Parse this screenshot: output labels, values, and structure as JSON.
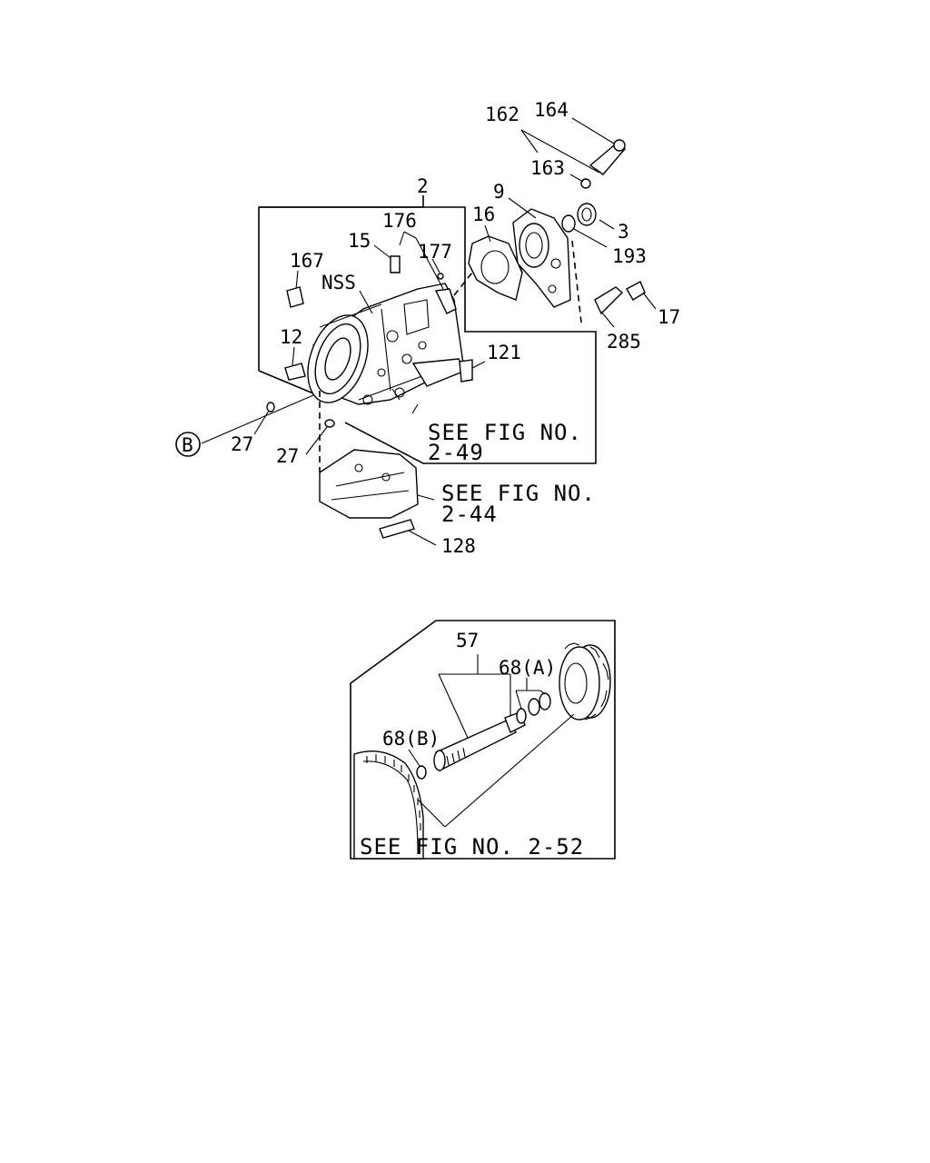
{
  "upper_figure": {
    "callouts": {
      "c162": "162",
      "c164": "164",
      "c163": "163",
      "c9": "9",
      "c3": "3",
      "c193": "193",
      "c2": "2",
      "c16": "16",
      "c176": "176",
      "c15": "15",
      "c177": "177",
      "c167": "167",
      "nss": "NSS",
      "c17": "17",
      "c285": "285",
      "c12": "12",
      "c121": "121",
      "c27a": "27",
      "c27b": "27",
      "c128": "128",
      "circle_b": "B"
    },
    "refs": {
      "fig_2_49_line1": "SEE FIG NO.",
      "fig_2_49_line2": "2-49",
      "fig_2_44_line1": "SEE FIG NO.",
      "fig_2_44_line2": "2-44"
    }
  },
  "lower_figure": {
    "callouts": {
      "c57": "57",
      "c68a": "68(A)",
      "c68b": "68(B)"
    },
    "refs": {
      "fig_2_52": "SEE FIG NO. 2-52"
    }
  }
}
